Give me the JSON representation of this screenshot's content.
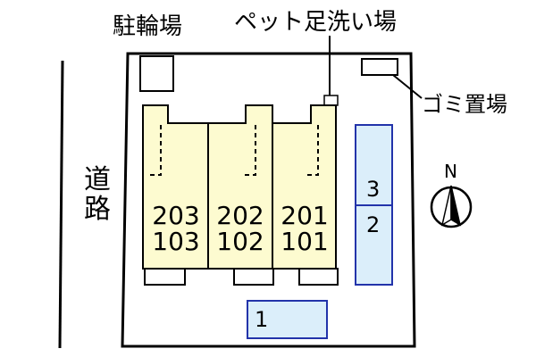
{
  "labels": {
    "bicycle_parking": "駐輪場",
    "pet_footwash": "ペット足洗い場",
    "garbage": "ゴミ置場",
    "road": "道路",
    "north": "N"
  },
  "units": [
    {
      "upper": "203",
      "lower": "103"
    },
    {
      "upper": "202",
      "lower": "102"
    },
    {
      "upper": "201",
      "lower": "101"
    }
  ],
  "parking": [
    "3",
    "2",
    "1"
  ],
  "colors": {
    "building": "#fdfbd0",
    "parking_fill": "#dbeefa",
    "parking_border": "#2233aa",
    "lot_border": "#000000"
  }
}
